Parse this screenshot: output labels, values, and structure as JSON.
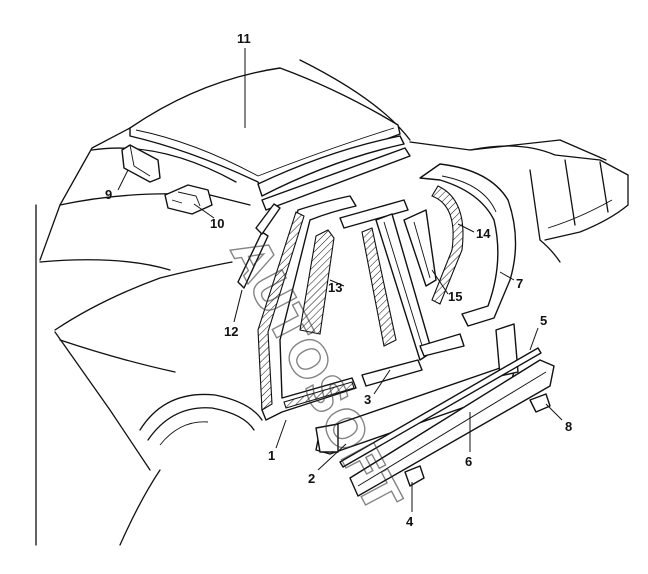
{
  "diagram": {
    "callouts": [
      {
        "id": "c1",
        "label": "1"
      },
      {
        "id": "c2",
        "label": "2"
      },
      {
        "id": "c3",
        "label": "3"
      },
      {
        "id": "c4",
        "label": "4"
      },
      {
        "id": "c5",
        "label": "5"
      },
      {
        "id": "c6",
        "label": "6"
      },
      {
        "id": "c7",
        "label": "7"
      },
      {
        "id": "c8",
        "label": "8"
      },
      {
        "id": "c9",
        "label": "9"
      },
      {
        "id": "c10",
        "label": "10"
      },
      {
        "id": "c11",
        "label": "11"
      },
      {
        "id": "c12",
        "label": "12"
      },
      {
        "id": "c13",
        "label": "13"
      },
      {
        "id": "c14",
        "label": "14"
      },
      {
        "id": "c15",
        "label": "15"
      }
    ],
    "watermark": "AUTOSOFT"
  }
}
